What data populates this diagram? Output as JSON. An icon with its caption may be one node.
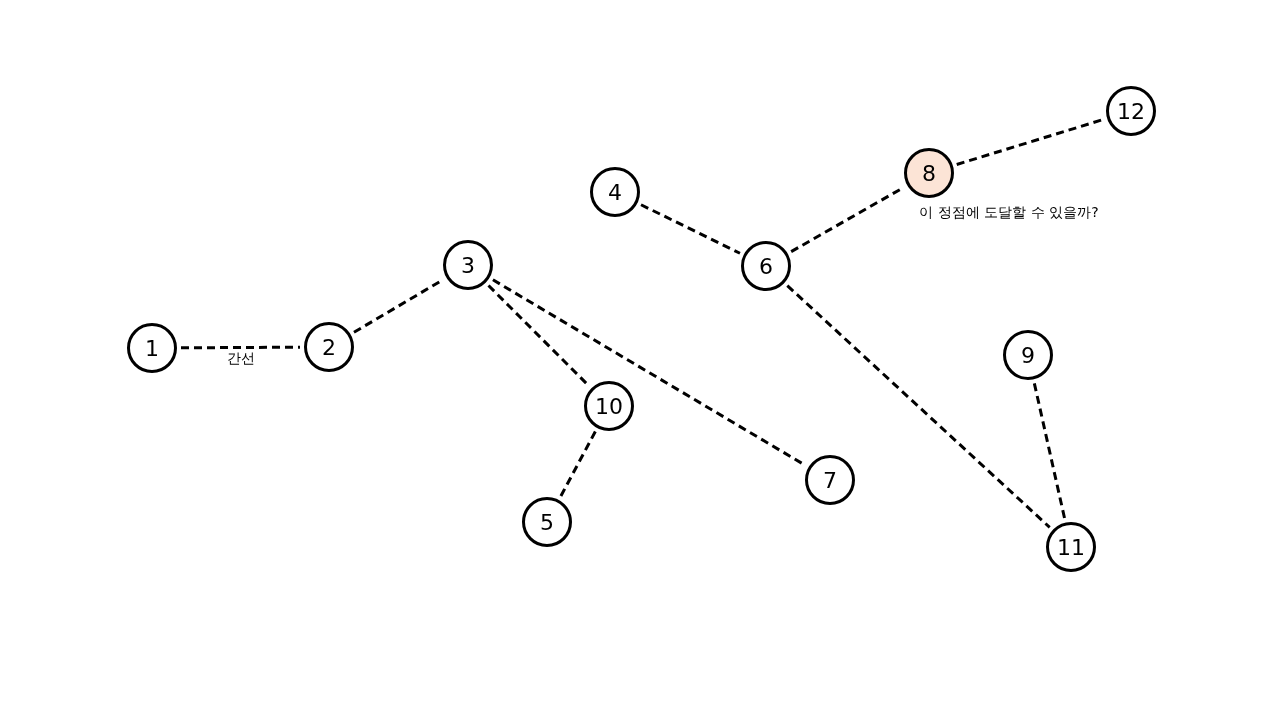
{
  "diagram": {
    "nodes": [
      {
        "text": [
          "1"
        ]
      },
      {
        "text": [
          "2"
        ]
      },
      {
        "text": [
          "3"
        ]
      },
      {
        "text": [
          "4"
        ]
      },
      {
        "text": [
          "5"
        ]
      },
      {
        "text": [
          "6"
        ]
      },
      {
        "text": [
          "7"
        ]
      },
      {
        "text": [
          "8"
        ],
        "beside": [
          "이 정점에 도달할 수 있을까?"
        ]
      },
      {
        "text": [
          "9"
        ]
      },
      {
        "text": [
          "10"
        ]
      },
      {
        "text": [
          "11"
        ]
      },
      {
        "text": [
          "12"
        ]
      }
    ],
    "edges": [
      {
        "from": 0,
        "to": 1,
        "arrow": "none",
        "style": "dashed",
        "label": "간선"
      },
      {
        "from": 1,
        "to": 2,
        "arrow": "none",
        "style": "dashed"
      },
      {
        "from": 2,
        "to": 9,
        "arrow": "none",
        "style": "dashed"
      },
      {
        "from": 2,
        "to": 6,
        "arrow": "none",
        "style": "dashed"
      },
      {
        "from": 9,
        "to": 4,
        "arrow": "none",
        "style": "dashed"
      },
      {
        "from": 3,
        "to": 5,
        "arrow": "none",
        "style": "dashed"
      },
      {
        "from": 5,
        "to": 7,
        "arrow": "none",
        "style": "dashed"
      },
      {
        "from": 7,
        "to": 11,
        "arrow": "none",
        "style": "dashed"
      },
      {
        "from": 5,
        "to": 10,
        "arrow": "none",
        "style": "dashed"
      },
      {
        "from": 8,
        "to": 10,
        "arrow": "none",
        "style": "dashed"
      }
    ]
  }
}
